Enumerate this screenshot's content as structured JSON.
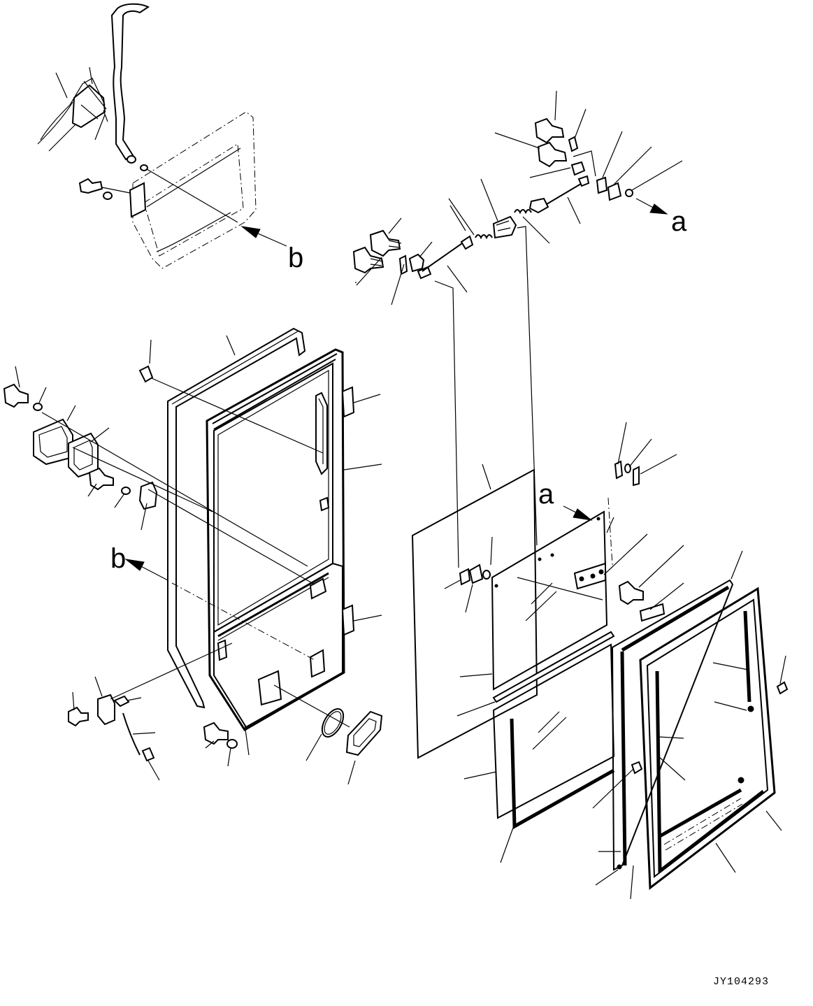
{
  "diagram": {
    "callouts": {
      "arrow_a_top": "a",
      "arrow_b_top": "b",
      "arrow_a_mid": "a",
      "arrow_b_left": "b"
    },
    "drawing_code": "JY104293"
  }
}
